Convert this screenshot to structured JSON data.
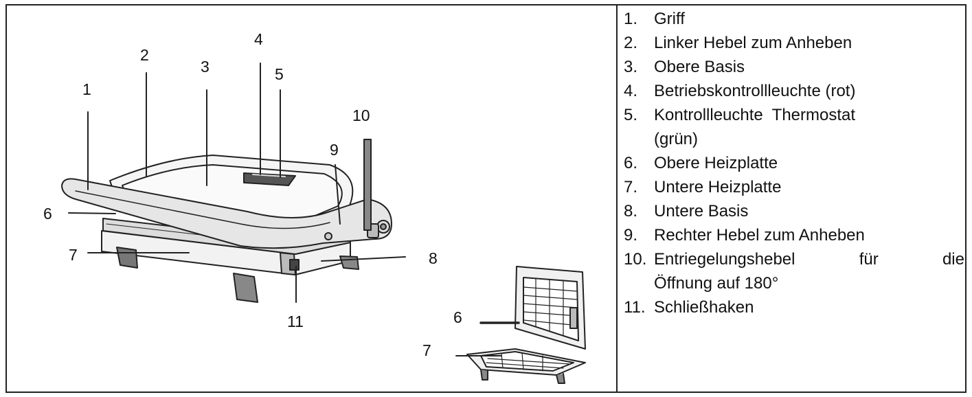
{
  "callouts": {
    "main": [
      "1",
      "2",
      "3",
      "4",
      "5",
      "6",
      "7",
      "8",
      "9",
      "10",
      "11"
    ],
    "inset": [
      "6",
      "7"
    ]
  },
  "legend": [
    {
      "num": "1.",
      "text": "Griff"
    },
    {
      "num": "2.",
      "text": "Linker Hebel zum Anheben"
    },
    {
      "num": "3.",
      "text": "Obere Basis"
    },
    {
      "num": "4.",
      "text": "Betriebskontrollleuchte (rot)"
    },
    {
      "num": "5.",
      "text": "Kontrollleuchte  Thermostat",
      "cont": "(grün)"
    },
    {
      "num": "6.",
      "text": "Obere Heizplatte"
    },
    {
      "num": "7.",
      "text": "Untere Heizplatte"
    },
    {
      "num": "8.",
      "text": "Untere Basis"
    },
    {
      "num": "9.",
      "text": "Rechter Hebel zum Anheben"
    },
    {
      "num": "10.",
      "text_a": "Entriegelungshebel",
      "text_b": "für",
      "text_c": "die",
      "cont": "Öffnung auf 180°"
    },
    {
      "num": "11.",
      "text": "Schließhaken"
    }
  ]
}
